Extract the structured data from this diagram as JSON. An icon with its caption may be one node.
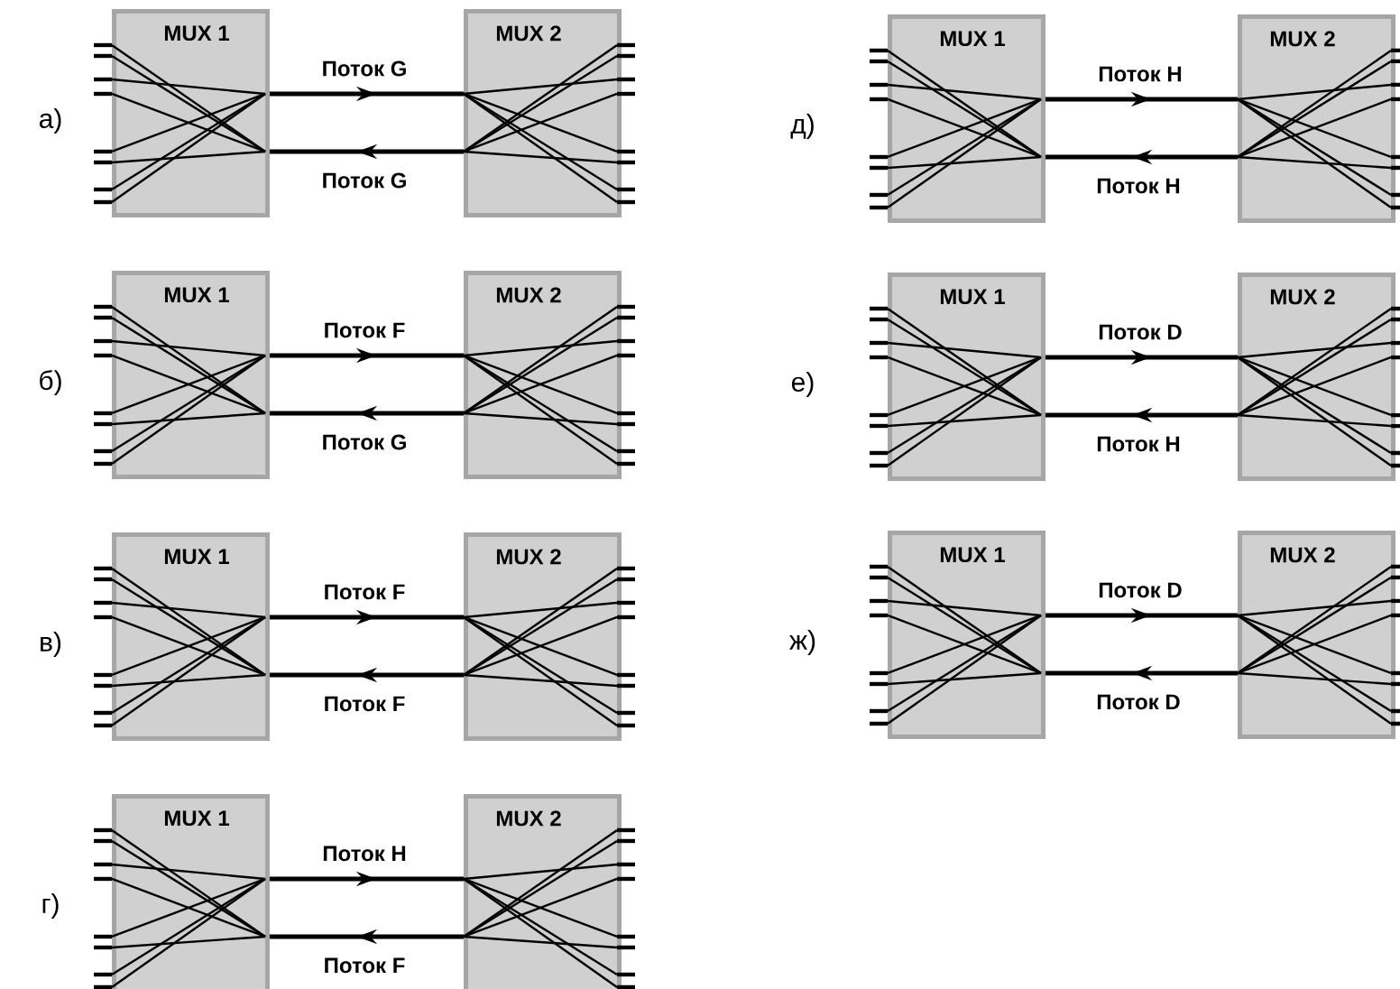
{
  "diagram": {
    "nodes": [
      {
        "text": [
          "MUX 1"
        ]
      },
      {
        "text": [
          "MUX 2"
        ]
      },
      {
        "text": [
          "MUX 1"
        ]
      },
      {
        "text": [
          "MUX 2"
        ]
      },
      {
        "text": [
          "MUX 1"
        ]
      },
      {
        "text": [
          "MUX 2"
        ]
      },
      {
        "text": [
          "MUX 1"
        ]
      },
      {
        "text": [
          "MUX 2"
        ]
      },
      {
        "text": [
          "MUX 1"
        ]
      },
      {
        "text": [
          "MUX 2"
        ]
      },
      {
        "text": [
          "MUX 1"
        ]
      },
      {
        "text": [
          "MUX 2"
        ]
      },
      {
        "text": [
          "MUX 1"
        ]
      },
      {
        "text": [
          "MUX 2"
        ]
      }
    ],
    "edges": [
      {
        "from": 0,
        "to": 1,
        "arrow": "to",
        "label": "Поток G"
      },
      {
        "from": 1,
        "to": 0,
        "arrow": "to",
        "label": "Поток G"
      },
      {
        "from": 2,
        "to": 3,
        "arrow": "to",
        "label": "Поток F"
      },
      {
        "from": 3,
        "to": 2,
        "arrow": "to",
        "label": "Поток G"
      },
      {
        "from": 4,
        "to": 5,
        "arrow": "to",
        "label": "Поток F"
      },
      {
        "from": 5,
        "to": 4,
        "arrow": "to",
        "label": "Поток F"
      },
      {
        "from": 6,
        "to": 7,
        "arrow": "to",
        "label": "Поток H"
      },
      {
        "from": 7,
        "to": 6,
        "arrow": "to",
        "label": "Поток F"
      },
      {
        "from": 8,
        "to": 9,
        "arrow": "to",
        "label": "Поток H"
      },
      {
        "from": 9,
        "to": 8,
        "arrow": "to",
        "label": "Поток H"
      },
      {
        "from": 10,
        "to": 11,
        "arrow": "to",
        "label": "Поток D"
      },
      {
        "from": 11,
        "to": 10,
        "arrow": "to",
        "label": "Поток H"
      },
      {
        "from": 12,
        "to": 13,
        "arrow": "to",
        "label": "Поток D"
      },
      {
        "from": 13,
        "to": 12,
        "arrow": "to",
        "label": "Поток D"
      }
    ],
    "labels": [
      "а)",
      "б)",
      "в)",
      "г)",
      "д)",
      "е)",
      "ж)"
    ]
  }
}
